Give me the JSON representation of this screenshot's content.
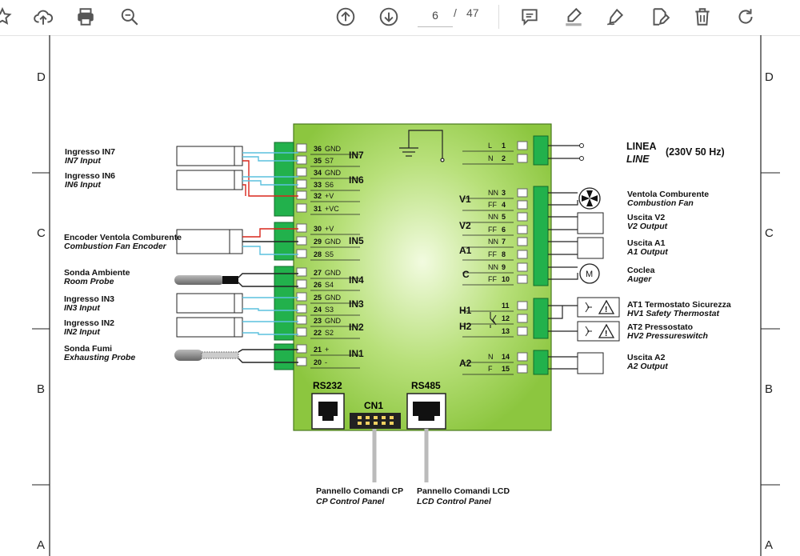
{
  "toolbar": {
    "page_current": "6",
    "page_separator": "/",
    "page_total": "47",
    "icons": [
      "star-icon",
      "cloud-upload-icon",
      "print-icon",
      "zoom-icon",
      "arrow-up-icon",
      "arrow-down-icon",
      "comment-icon",
      "highlight-pen-icon",
      "draw-pen-icon",
      "edit-document-icon",
      "trash-icon",
      "rotate-icon"
    ]
  },
  "frame": {
    "row_labels_top": "D",
    "row_labels": [
      "C",
      "B",
      "A"
    ]
  },
  "board": {
    "in_blocks": [
      "IN7",
      "IN6",
      "IN5",
      "IN4",
      "IN3",
      "IN2",
      "IN1"
    ],
    "left_terminals": [
      {
        "num": "36",
        "label": "GND"
      },
      {
        "num": "35",
        "label": "S7"
      },
      {
        "num": "34",
        "label": "GND"
      },
      {
        "num": "33",
        "label": "S6"
      },
      {
        "num": "32",
        "label": "+V"
      },
      {
        "num": "31",
        "label": "+VC"
      },
      {
        "num": "30",
        "label": "+V"
      },
      {
        "num": "29",
        "label": "GND"
      },
      {
        "num": "28",
        "label": "S5"
      },
      {
        "num": "27",
        "label": "GND"
      },
      {
        "num": "26",
        "label": "S4"
      },
      {
        "num": "25",
        "label": "GND"
      },
      {
        "num": "24",
        "label": "S3"
      },
      {
        "num": "23",
        "label": "GND"
      },
      {
        "num": "22",
        "label": "S2"
      },
      {
        "num": "21",
        "label": "+"
      },
      {
        "num": "20",
        "label": "-"
      }
    ],
    "right_groups": [
      "V1",
      "V2",
      "A1",
      "C",
      "H1",
      "H2",
      "A2"
    ],
    "right_terminals": [
      {
        "lbl": "L",
        "num": "1"
      },
      {
        "lbl": "N",
        "num": "2"
      },
      {
        "lbl": "NN",
        "num": "3"
      },
      {
        "lbl": "FF",
        "num": "4"
      },
      {
        "lbl": "NN",
        "num": "5"
      },
      {
        "lbl": "FF",
        "num": "6"
      },
      {
        "lbl": "NN",
        "num": "7"
      },
      {
        "lbl": "FF",
        "num": "8"
      },
      {
        "lbl": "NN",
        "num": "9"
      },
      {
        "lbl": "FF",
        "num": "10"
      },
      {
        "lbl": "",
        "num": "11"
      },
      {
        "lbl": "",
        "num": "12"
      },
      {
        "lbl": "",
        "num": "13"
      },
      {
        "lbl": "N",
        "num": "14"
      },
      {
        "lbl": "F",
        "num": "15"
      }
    ],
    "rs232": "RS232",
    "cn1": "CN1",
    "rs485": "RS485",
    "motor": "M"
  },
  "left_labels": [
    {
      "it": "Ingresso IN7",
      "en": "IN7 Input"
    },
    {
      "it": "Ingresso IN6",
      "en": "IN6 Input"
    },
    {
      "it": "Encoder Ventola Comburente",
      "en": "Combustion Fan Encoder"
    },
    {
      "it": "Sonda Ambiente",
      "en": "Room Probe"
    },
    {
      "it": "Ingresso IN3",
      "en": "IN3 Input"
    },
    {
      "it": "Ingresso IN2",
      "en": "IN2 Input"
    },
    {
      "it": "Sonda Fumi",
      "en": "Exhausting Probe"
    }
  ],
  "right_labels": {
    "linea": "LINEA",
    "line": "LINE",
    "voltage": "(230V 50 Hz)",
    "items": [
      {
        "it": "Ventola Comburente",
        "en": "Combustion Fan"
      },
      {
        "it": "Uscita V2",
        "en": "V2 Output"
      },
      {
        "it": "Uscita A1",
        "en": "A1 Output"
      },
      {
        "it": "Coclea",
        "en": "Auger"
      },
      {
        "it": "AT1 Termostato Sicurezza",
        "en": "HV1 Safety Thermostat"
      },
      {
        "it": "AT2 Pressostato",
        "en": "HV2 Pressureswitch"
      },
      {
        "it": "Uscita A2",
        "en": "A2 Output"
      }
    ]
  },
  "bottom_labels": [
    {
      "it": "Pannello Comandi CP",
      "en": "CP Control Panel"
    },
    {
      "it": "Pannello Comandi LCD",
      "en": "LCD Control Panel"
    }
  ],
  "colors": {
    "board": "#8cc63f",
    "board_light": "#e6f5c0",
    "terminal": "#22b14c",
    "wire_blue": "#5bc0de",
    "wire_red": "#d9261c"
  }
}
